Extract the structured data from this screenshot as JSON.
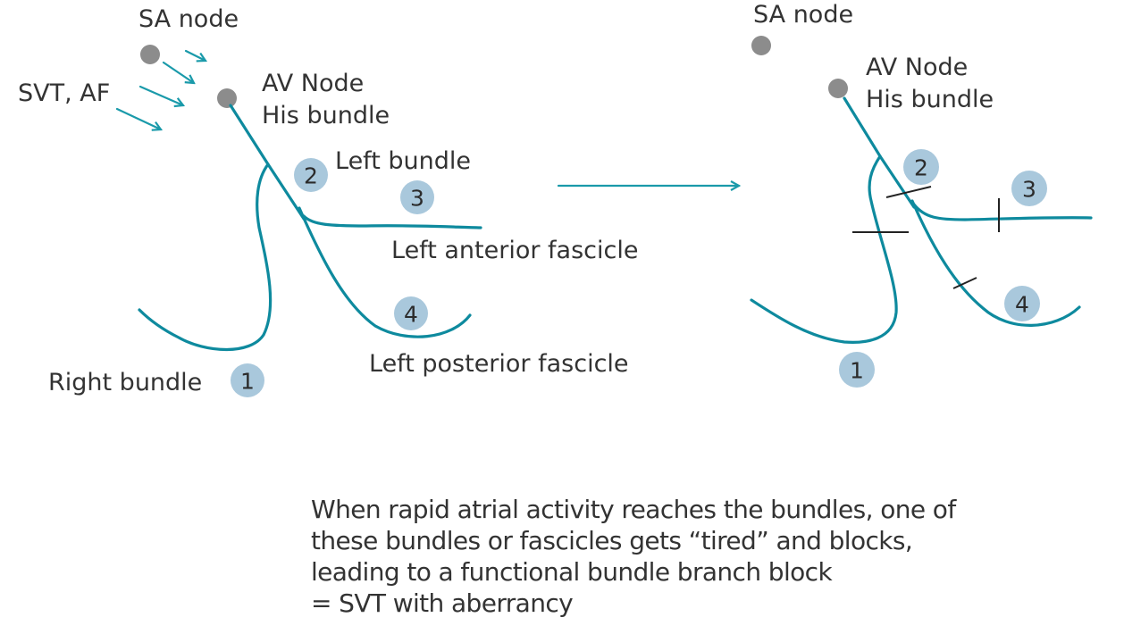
{
  "colors": {
    "conduction_path": "#0e8a9e",
    "impulse_arrows": "#1a9aaa",
    "node": "#8c8c8c",
    "badge": "#a9c8dc",
    "block_mark": "#222222",
    "text": "#333333"
  },
  "left_panel": {
    "sa_node_label": "SA node",
    "svt_label": "SVT, AF",
    "av_node_label_line1": "AV Node",
    "av_node_label_line2": "His bundle",
    "left_bundle_label": "Left bundle",
    "left_anterior_label": "Left anterior fascicle",
    "left_posterior_label": "Left posterior fascicle",
    "right_bundle_label": "Right bundle",
    "badges": [
      "1",
      "2",
      "3",
      "4"
    ]
  },
  "right_panel": {
    "sa_node_label": "SA node",
    "av_node_label_line1": "AV Node",
    "av_node_label_line2": "His bundle",
    "badges": [
      "1",
      "2",
      "3",
      "4"
    ]
  },
  "caption": {
    "lines": [
      "When rapid atrial activity reaches the bundles, one of",
      "these bundles or fascicles gets “tired” and blocks,",
      "leading to a functional bundle branch block",
      "= SVT with aberrancy"
    ]
  }
}
